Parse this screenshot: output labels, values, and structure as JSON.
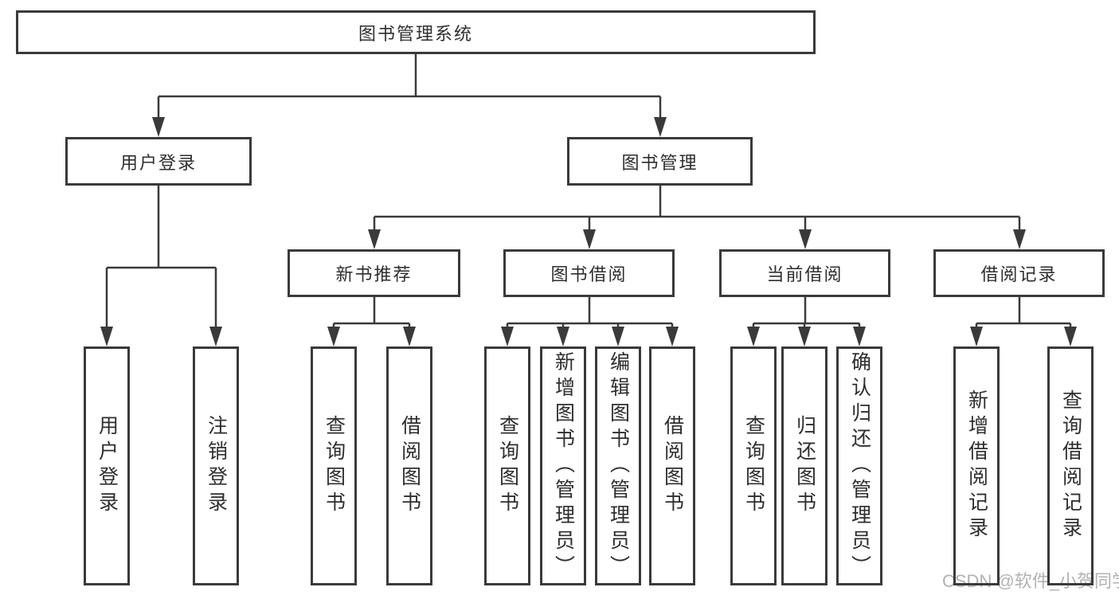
{
  "diagram": {
    "root": "图书管理系统",
    "branches": [
      {
        "label": "用户登录",
        "children": [
          "用户登录",
          "注销登录"
        ]
      },
      {
        "label": "图书管理",
        "groups": [
          {
            "label": "新书推荐",
            "children": [
              "查询图书",
              "借阅图书"
            ]
          },
          {
            "label": "图书借阅",
            "children": [
              "查询图书",
              "新增图书（管理员）",
              "编辑图书（管理员）",
              "借阅图书"
            ]
          },
          {
            "label": "当前借阅",
            "children": [
              "查询图书",
              "归还图书",
              "确认归还（管理员）"
            ]
          },
          {
            "label": "借阅记录",
            "children": [
              "新增借阅记录",
              "查询借阅记录"
            ]
          }
        ]
      }
    ],
    "colors": {
      "line": "#3a3a3a",
      "box_border": "#3a3a3a",
      "text": "#2e2e2e",
      "background": "#ffffff",
      "watermark": "#b2b2b2"
    },
    "watermark": "CSDN @软件_小贺同学"
  }
}
